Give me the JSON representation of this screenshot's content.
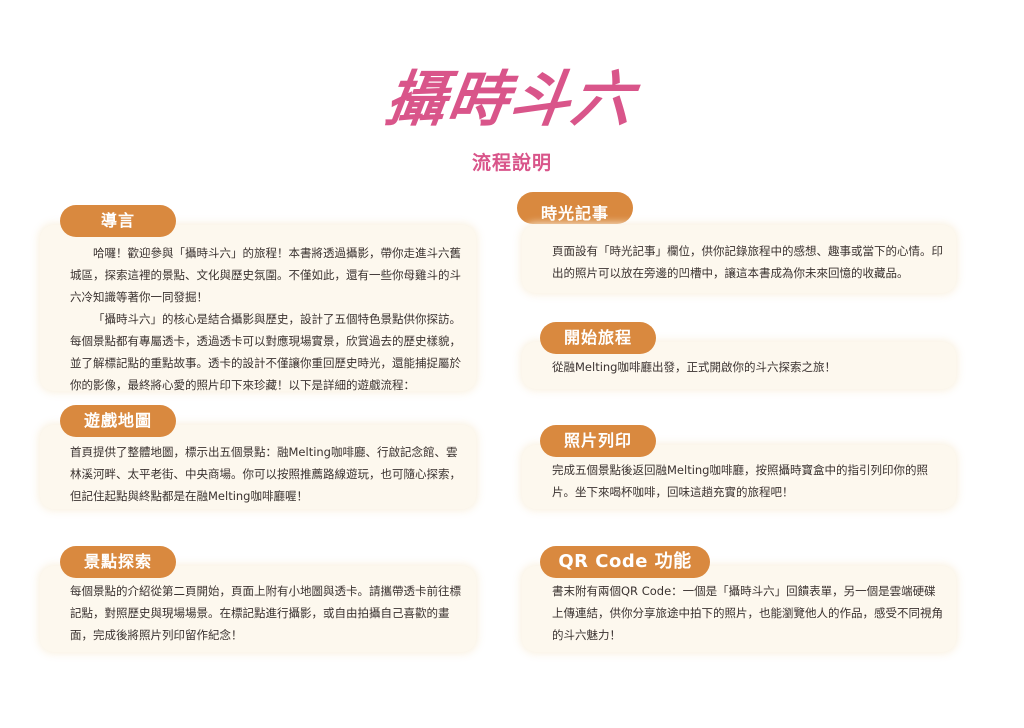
{
  "header": {
    "title": "攝時斗六",
    "subtitle": "流程說明"
  },
  "colors": {
    "title_pink": "#d9558a",
    "pill_orange": "#d9893f",
    "card_cream": "#fdf8ee",
    "text_dark": "#3a3230"
  },
  "sections": {
    "intro": {
      "heading": "導言",
      "paragraphs": [
        "哈囉！歡迎參與「攝時斗六」的旅程！本書將透過攝影，帶你走進斗六舊城區，探索這裡的景點、文化與歷史氛圍。不僅如此，還有一些你母雞斗的斗六冷知識等著你一同發掘！",
        "「攝時斗六」的核心是結合攝影與歷史，設計了五個特色景點供你探訪。每個景點都有專屬透卡，透過透卡可以對應現場實景，欣賞過去的歷史樣貌，並了解標記點的重點故事。透卡的設計不僅讓你重回歷史時光，還能捕捉屬於你的影像，最終將心愛的照片印下來珍藏！以下是詳細的遊戲流程："
      ]
    },
    "map": {
      "heading": "遊戲地圖",
      "text": "首頁提供了整體地圖，標示出五個景點：融Melting咖啡廳、行啟記念館、雲林溪河畔、太平老街、中央商場。你可以按照推薦路線遊玩，也可隨心探索，但記住起點與終點都是在融Melting咖啡廳喔！"
    },
    "explore": {
      "heading": "景點探索",
      "text": "每個景點的介紹從第二頁開始，頁面上附有小地圖與透卡。請攜帶透卡前往標記點，對照歷史與現場場景。在標記點進行攝影，或自由拍攝自己喜歡的畫面，完成後將照片列印留作紀念！"
    },
    "journal": {
      "heading": "時光記事",
      "text": "頁面設有「時光記事」欄位，供你記錄旅程中的感想、趣事或當下的心情。印出的照片可以放在旁邊的凹槽中，讓這本書成為你未來回憶的收藏品。"
    },
    "start": {
      "heading": "開始旅程",
      "text": "從融Melting咖啡廳出發，正式開啟你的斗六探索之旅！"
    },
    "print": {
      "heading": "照片列印",
      "text": "完成五個景點後返回融Melting咖啡廳，按照攝時寶盒中的指引列印你的照片。坐下來喝杯咖啡，回味這趟充實的旅程吧！"
    },
    "qrcode": {
      "heading": "QR Code 功能",
      "text": "書末附有兩個QR Code：一個是「攝時斗六」回饋表單，另一個是雲端硬碟上傳連結，供你分享旅途中拍下的照片，也能瀏覽他人的作品，感受不同視角的斗六魅力！"
    }
  }
}
